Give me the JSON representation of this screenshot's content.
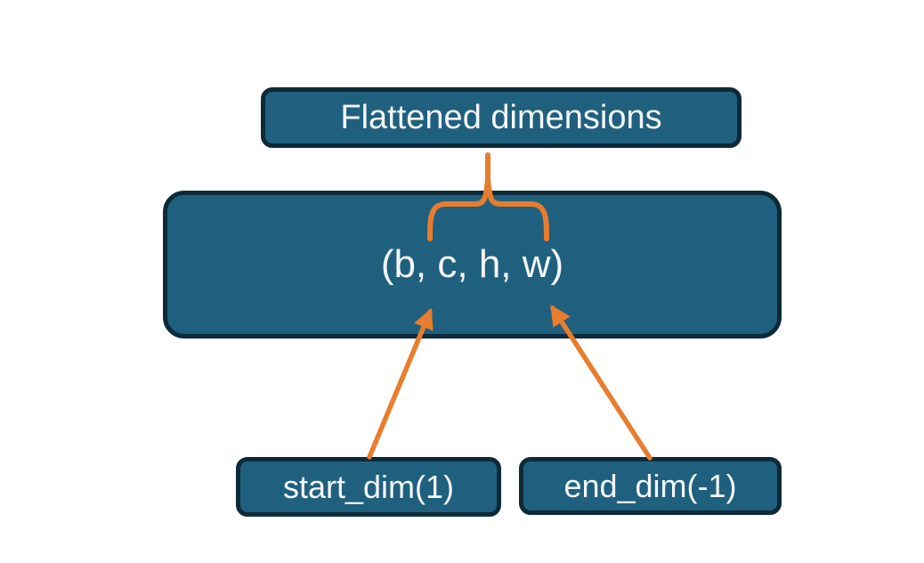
{
  "diagram": {
    "title_box": {
      "label": "Flattened dimensions"
    },
    "tensor_box": {
      "label": "(b, c, h, w)"
    },
    "start_dim_box": {
      "label": "start_dim(1)"
    },
    "end_dim_box": {
      "label": "end_dim(-1)"
    },
    "connectors": {
      "brace": "brace-over-c-h-w",
      "left_arrow": "start-dim-to-c",
      "right_arrow": "end-dim-to-w"
    }
  },
  "colors": {
    "box_fill": "#20607F",
    "box_border": "#0D2A38",
    "connector": "#E87D2D",
    "text_color": "#F4F7F8",
    "background": "#FFFFFF"
  }
}
